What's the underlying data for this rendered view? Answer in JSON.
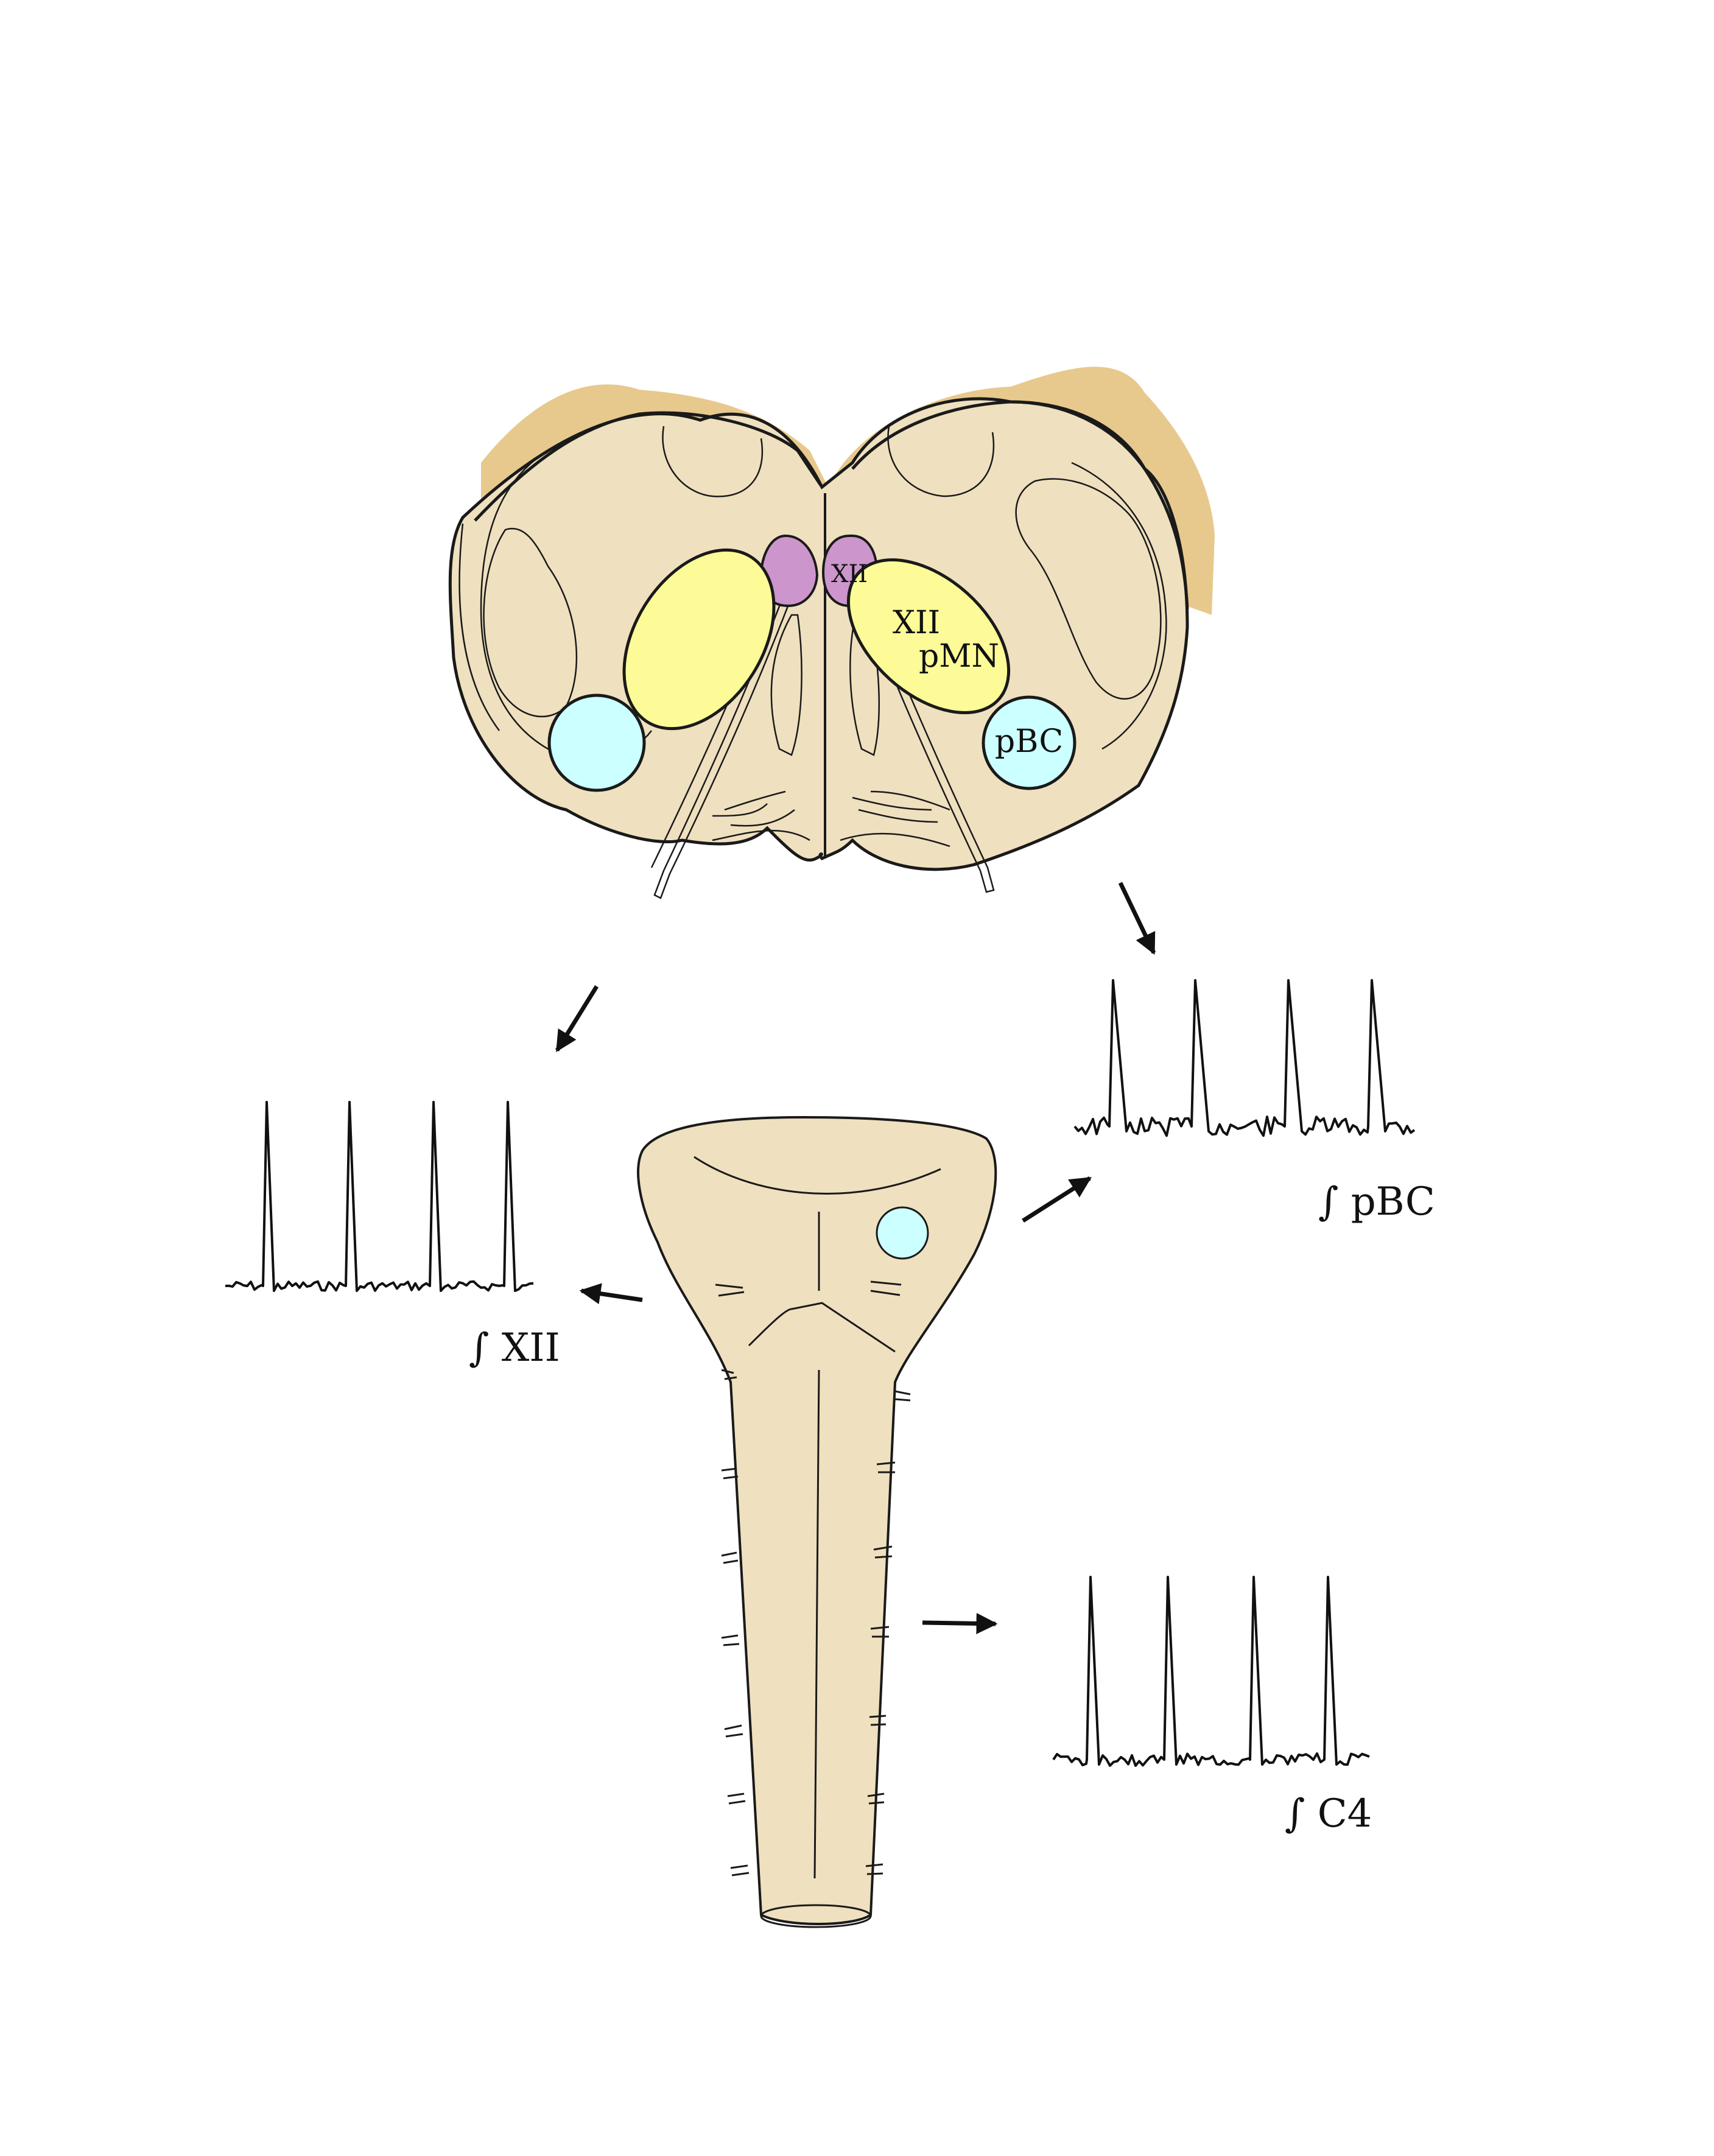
{
  "colors": {
    "tissue": "#efe0bf",
    "tissue_edge": "#e8c98d",
    "xii_nucleus": "#cc95cc",
    "premotor": "#fdfb97",
    "prebotzinger": "#ccffff",
    "line": "#1a1a1a"
  },
  "slice": {
    "labels": {
      "xii": "XII",
      "pmn_line1": "XII",
      "pmn_line2": "pMN",
      "pbc": "pBC"
    }
  },
  "traces": [
    {
      "id": "xii",
      "label": "∫ XII",
      "bursts": 4
    },
    {
      "id": "pbc",
      "label": "∫ pBC",
      "bursts": 4
    },
    {
      "id": "c4",
      "label": "∫ C4",
      "bursts": 4
    }
  ],
  "icons": {
    "arrow": "arrow-icon"
  }
}
